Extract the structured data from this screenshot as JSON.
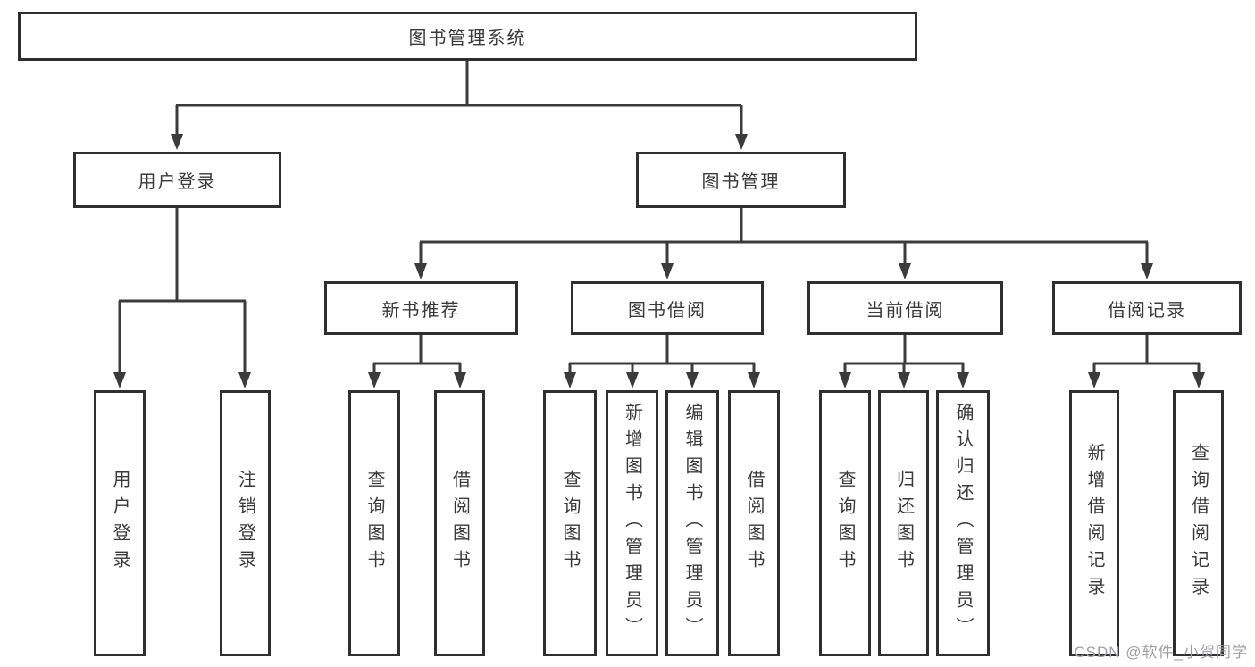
{
  "diagram": {
    "root": {
      "label": "图书管理系统"
    },
    "branches": [
      {
        "label": "用户登录",
        "children": [
          {
            "label": "用户登录"
          },
          {
            "label": "注销登录"
          }
        ]
      },
      {
        "label": "图书管理",
        "children": [
          {
            "label": "新书推荐",
            "children": [
              {
                "label": "查询图书"
              },
              {
                "label": "借阅图书"
              }
            ]
          },
          {
            "label": "图书借阅",
            "children": [
              {
                "label": "查询图书"
              },
              {
                "label": "新增图书（管理员）"
              },
              {
                "label": "编辑图书（管理员）"
              },
              {
                "label": "借阅图书"
              }
            ]
          },
          {
            "label": "当前借阅",
            "children": [
              {
                "label": "查询图书"
              },
              {
                "label": "归还图书"
              },
              {
                "label": "确认归还（管理员）"
              }
            ]
          },
          {
            "label": "借阅记录",
            "children": [
              {
                "label": "新增借阅记录"
              },
              {
                "label": "查询借阅记录"
              }
            ]
          }
        ]
      }
    ]
  },
  "watermark": {
    "text": "CSDN @软件_小贺同学"
  },
  "colors": {
    "line": "#3b3b3b",
    "box_border": "#2f2f2f",
    "box_fill": "#ffffff",
    "text": "#3a3a3a",
    "watermark": "#9f9fa3"
  }
}
